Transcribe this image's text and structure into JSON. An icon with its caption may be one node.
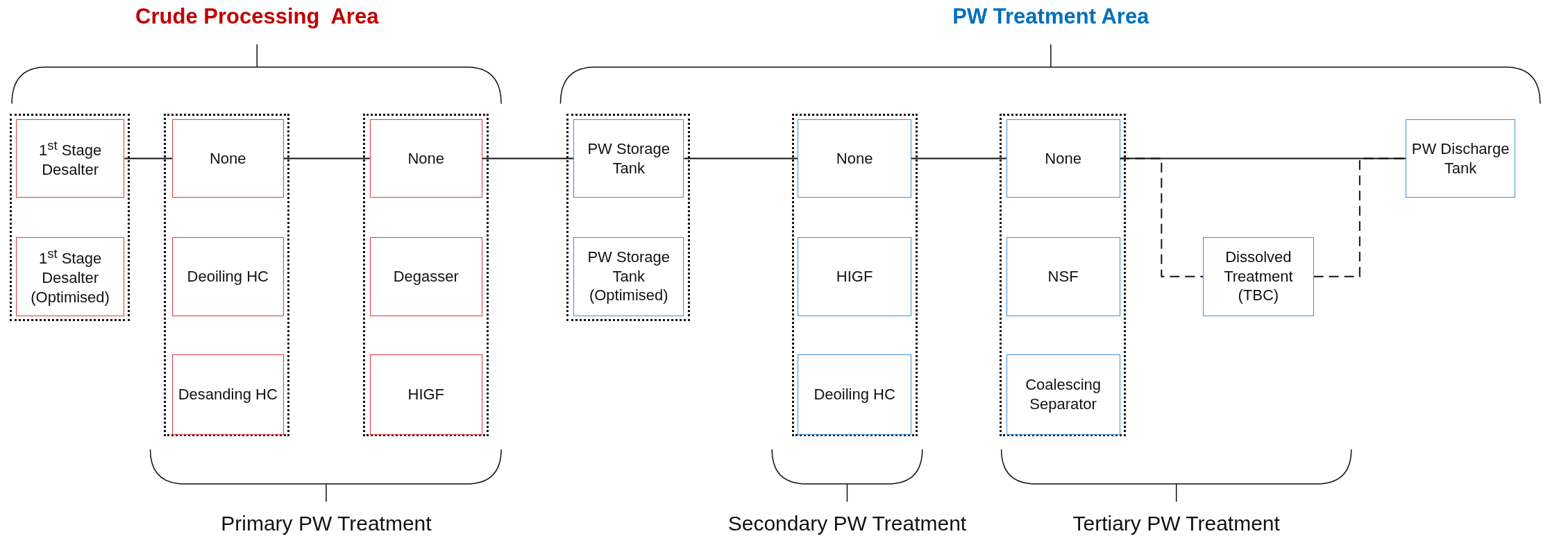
{
  "diagram": {
    "nodes": [
      {
        "text": [],
        "shape": "box"
      },
      {
        "text": [
          "1$^{st}$ Stage Desalter"
        ],
        "in": 0
      },
      {
        "text": [
          "1$^{st}$ Stage Desalter (Optimised)"
        ],
        "in": 0
      },
      {
        "text": [],
        "shape": "box"
      },
      {
        "text": [
          "None"
        ],
        "in": 3
      },
      {
        "text": [
          "Deoiling HC"
        ],
        "in": 3
      },
      {
        "text": [
          "Desanding HC"
        ],
        "in": 3
      },
      {
        "text": [],
        "shape": "box"
      },
      {
        "text": [
          "None"
        ],
        "in": 7
      },
      {
        "text": [
          "Degasser"
        ],
        "in": 7
      },
      {
        "text": [
          "HIGF"
        ],
        "in": 7
      },
      {
        "text": [],
        "shape": "box"
      },
      {
        "text": [
          "PW Storage Tank"
        ],
        "in": 11
      },
      {
        "text": [
          "PW Storage Tank (Optimised)"
        ],
        "in": 11
      },
      {
        "text": [],
        "shape": "box"
      },
      {
        "text": [
          "None"
        ],
        "in": 14
      },
      {
        "text": [
          "HIGF"
        ],
        "in": 14
      },
      {
        "text": [
          "Deoiling HC"
        ],
        "in": 14
      },
      {
        "text": [],
        "shape": "box"
      },
      {
        "text": [
          "None"
        ],
        "in": 18
      },
      {
        "text": [
          "NSF"
        ],
        "in": 18
      },
      {
        "text": [
          "Coalescing Separator"
        ],
        "in": 18
      },
      {
        "text": [
          "Dissolved Treatment (TBC)"
        ]
      },
      {
        "text": [
          "PW Discharge Tank"
        ]
      }
    ],
    "edges": [
      {
        "from": 1,
        "to": 4,
        "arrow": "none"
      },
      {
        "from": 4,
        "to": 8,
        "arrow": "none"
      },
      {
        "from": 8,
        "to": 12,
        "arrow": "none"
      },
      {
        "from": 12,
        "to": 15,
        "arrow": "none"
      },
      {
        "from": 15,
        "to": 19,
        "arrow": "none"
      },
      {
        "from": 19,
        "to": 23,
        "arrow": "none"
      },
      {
        "from": 19,
        "to": 22,
        "arrow": "none",
        "style": "dashed"
      },
      {
        "from": 22,
        "to": 23,
        "arrow": "none",
        "style": "dashed"
      }
    ],
    "labels": [
      "Crude Processing  Area",
      "PW Treatment Area",
      "Primary PW Treatment",
      "Secondary PW Treatment",
      "Tertiary PW Treatment"
    ]
  }
}
